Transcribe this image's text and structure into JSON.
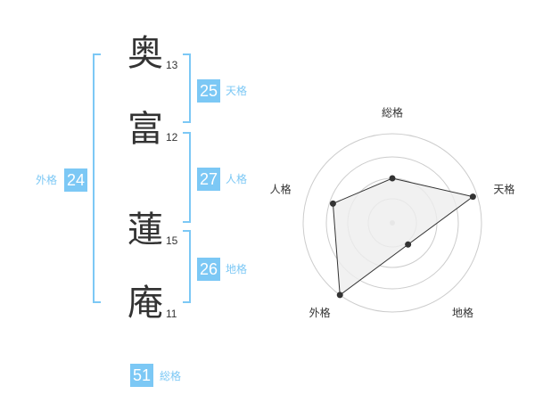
{
  "name": {
    "chars": [
      {
        "char": "奥",
        "strokes": "13"
      },
      {
        "char": "富",
        "strokes": "12"
      },
      {
        "char": "蓮",
        "strokes": "15"
      },
      {
        "char": "庵",
        "strokes": "11"
      }
    ]
  },
  "kaku": {
    "tenkaku": {
      "value": "25",
      "label": "天格"
    },
    "jinkaku": {
      "value": "27",
      "label": "人格"
    },
    "chikaku": {
      "value": "26",
      "label": "地格"
    },
    "gaikaku": {
      "value": "24",
      "label": "外格"
    },
    "soukaku": {
      "value": "51",
      "label": "総格"
    }
  },
  "chart_data": {
    "type": "radar",
    "axes": [
      "総格",
      "天格",
      "地格",
      "外格",
      "人格"
    ],
    "values": [
      0.5,
      0.95,
      0.3,
      1.0,
      0.7
    ],
    "colors": {
      "accent": "#7cc8f5",
      "line": "#333333",
      "fill": "#eeeeee",
      "grid": "#cccccc"
    }
  }
}
